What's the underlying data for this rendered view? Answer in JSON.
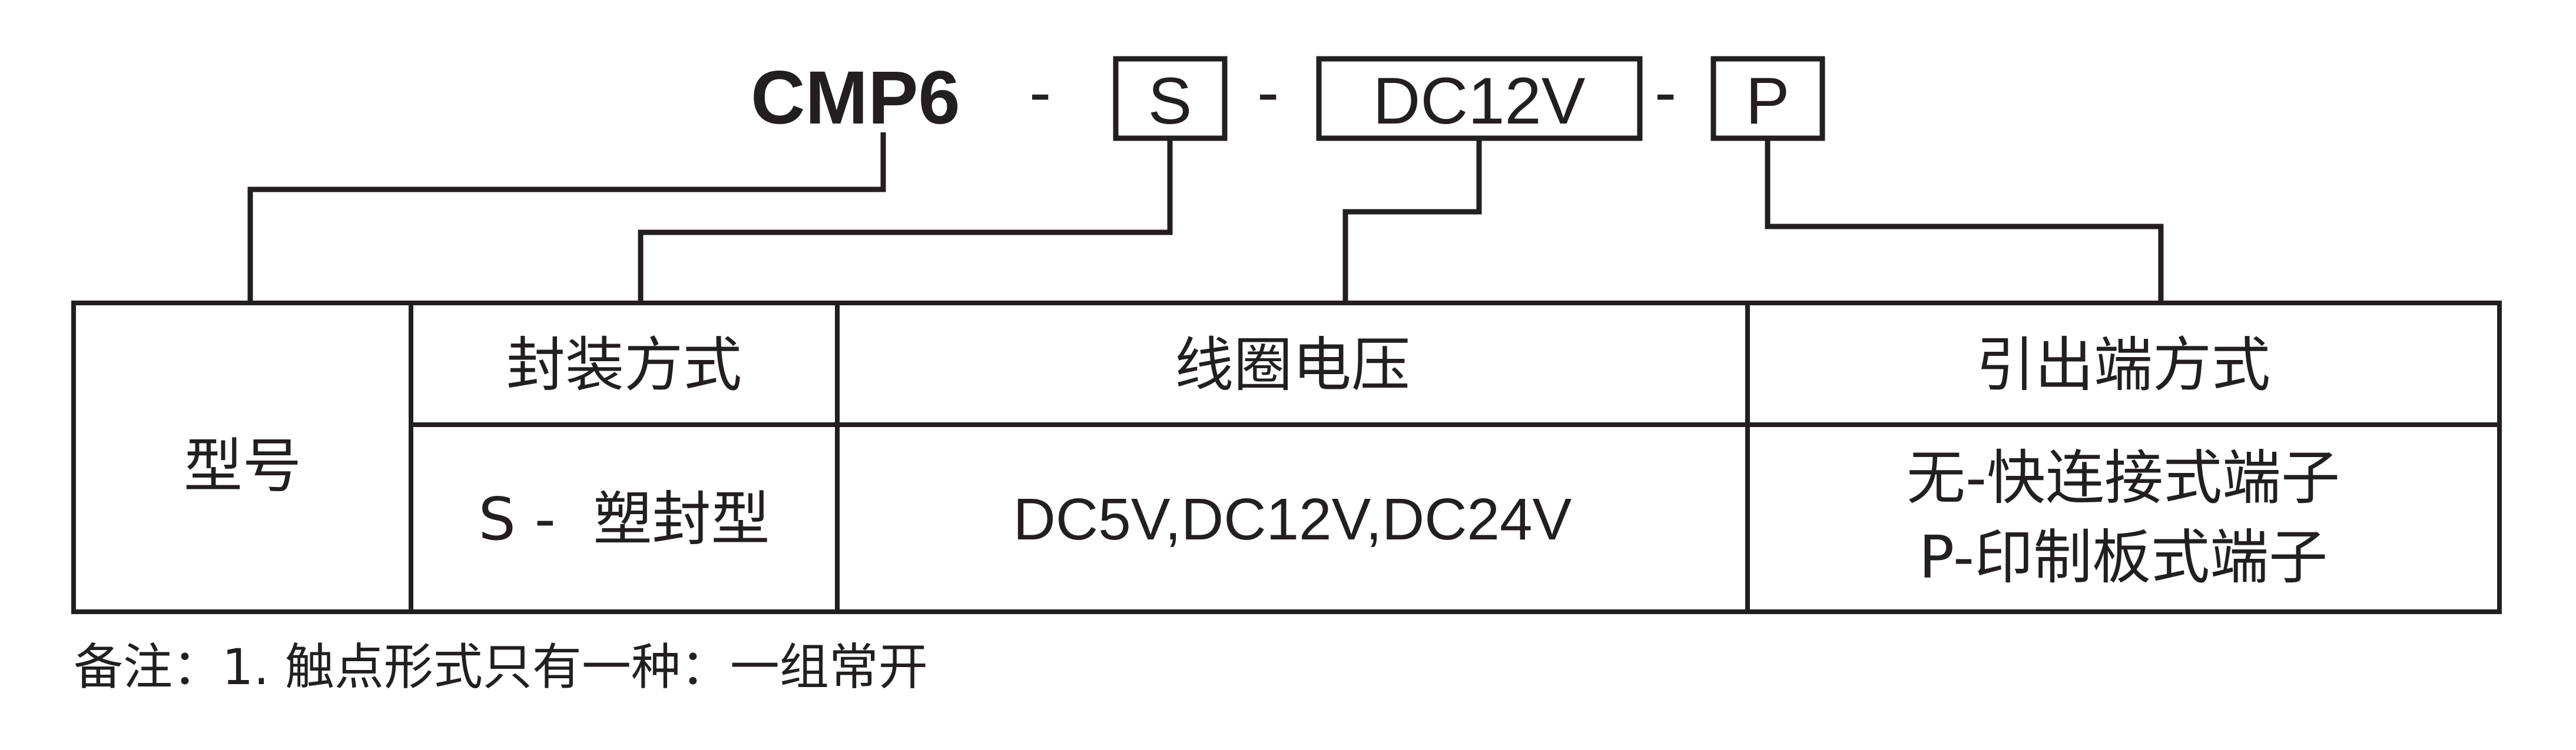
{
  "code": {
    "model": "CMP6",
    "dash": "-",
    "seg_package": "S",
    "seg_voltage": "DC12V",
    "seg_terminal": "P"
  },
  "table": {
    "row_header": "型号",
    "headers": [
      "封装方式",
      "线圈电压",
      "引出端方式"
    ],
    "package_value": "S -  塑封型",
    "voltage_value": "DC5V,DC12V,DC24V",
    "terminal_values": [
      "无-快连接式端子",
      "P-印制板式端子"
    ]
  },
  "note": "备注：1. 触点形式只有一种：一组常开",
  "colors": {
    "ink": "#231f20",
    "background": "#ffffff"
  }
}
